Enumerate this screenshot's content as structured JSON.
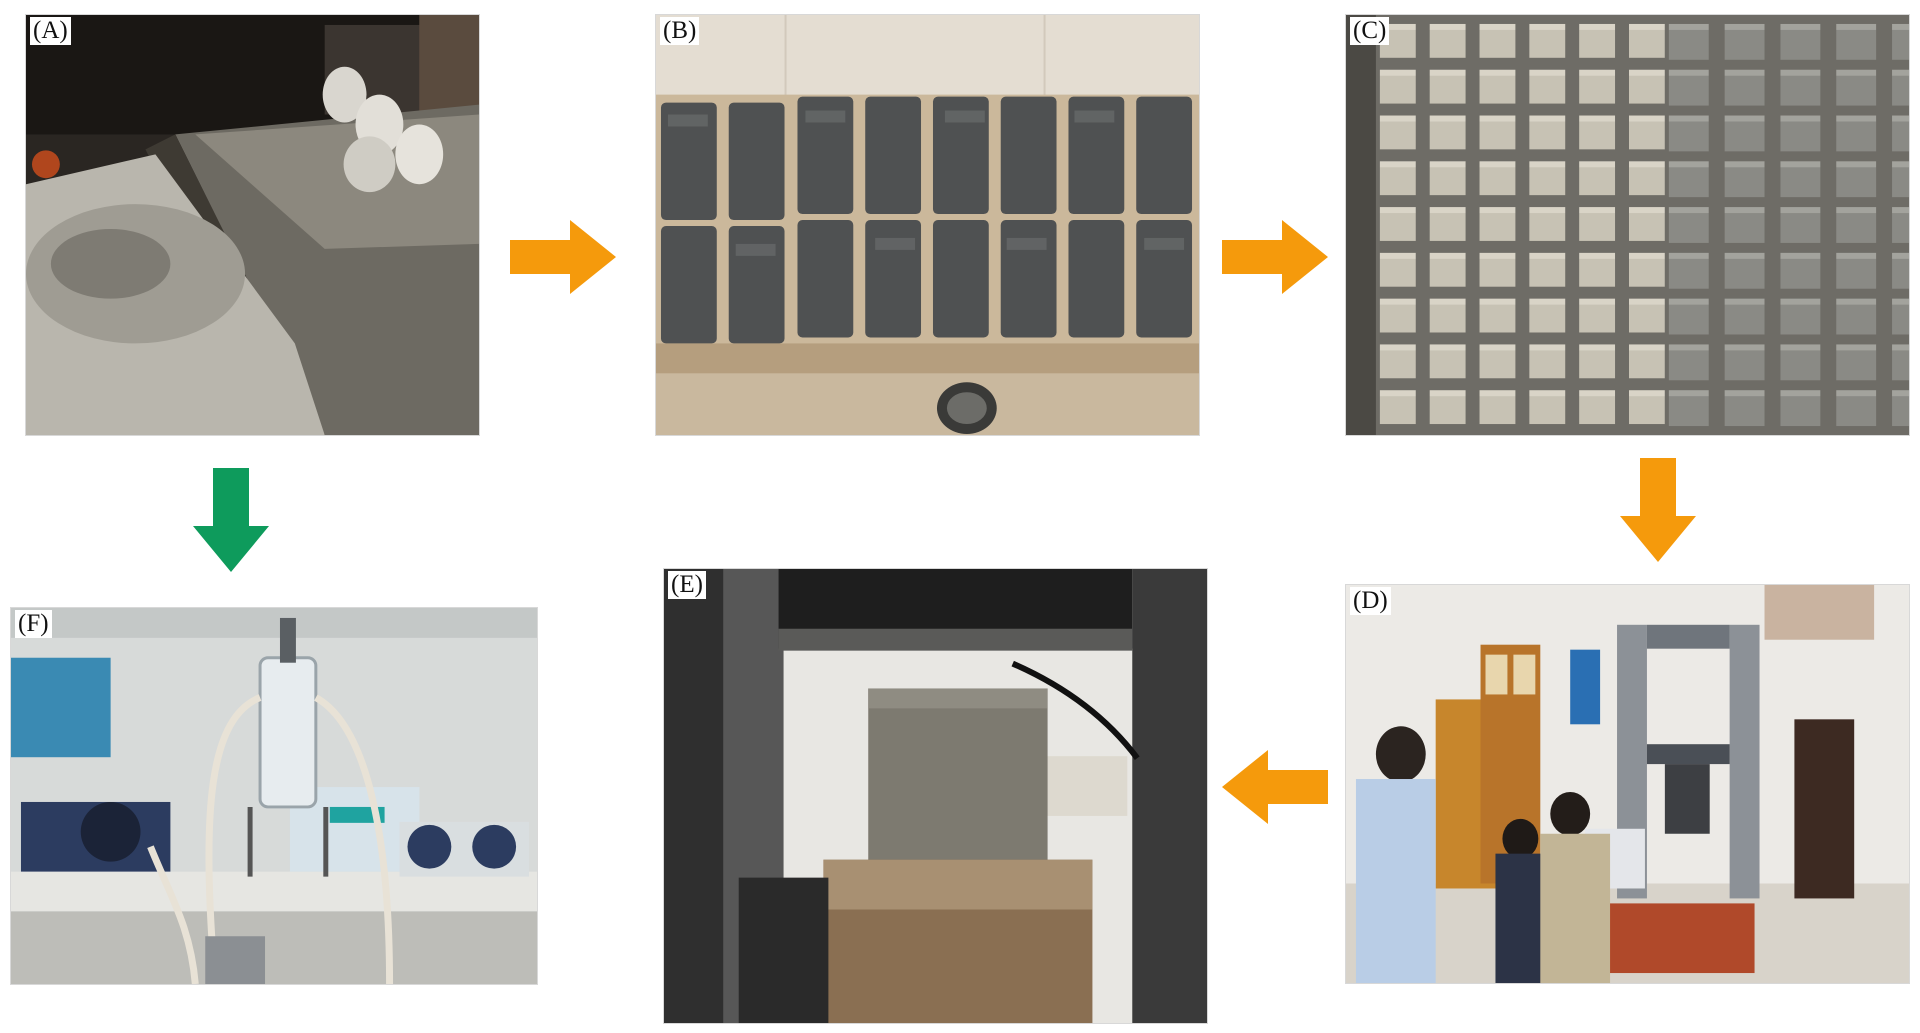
{
  "panels": {
    "a": {
      "label": "(A)"
    },
    "b": {
      "label": "(B)"
    },
    "c": {
      "label": "(C)"
    },
    "d": {
      "label": "(D)"
    },
    "e": {
      "label": "(E)"
    },
    "f": {
      "label": "(F)"
    }
  },
  "colors": {
    "flow_arrow": "#F59A0C",
    "branch_arrow": "#0E9B5C",
    "background": "#FFFFFF"
  },
  "flow": [
    {
      "from": "A",
      "to": "B",
      "color": "orange"
    },
    {
      "from": "B",
      "to": "C",
      "color": "orange"
    },
    {
      "from": "C",
      "to": "D",
      "color": "orange"
    },
    {
      "from": "D",
      "to": "E",
      "color": "orange"
    },
    {
      "from": "A",
      "to": "F",
      "color": "green"
    }
  ]
}
